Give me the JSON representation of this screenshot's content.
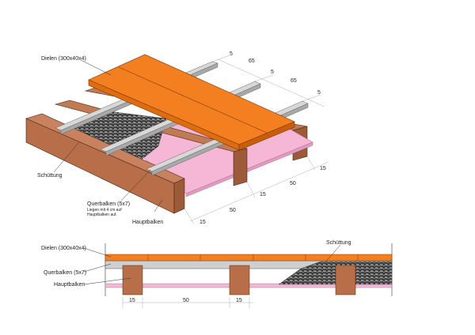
{
  "iso_view": {
    "labels": {
      "planks": "Dielen (300x40x4)",
      "fill": "Schüttung",
      "crossbeam": "Querbalken (5x7)",
      "crossbeam_note_1": "Liegen mit 4 cm auf",
      "crossbeam_note_2": "Hauptbalken auf.",
      "main_beam": "Hauptbalken"
    },
    "dims_top": [
      "5",
      "65",
      "5",
      "65",
      "5"
    ],
    "dims_bottom": [
      "15",
      "50",
      "15",
      "50",
      "15"
    ]
  },
  "section_view": {
    "labels": {
      "planks": "Dielen (300x40x4)",
      "crossbeam": "Querbalken (5x7)",
      "main_beam": "Hauptbalken",
      "fill": "Schüttung"
    },
    "dims": [
      "15",
      "50",
      "15"
    ]
  },
  "colors": {
    "plank": "#f47f20",
    "beam": "#b86e48",
    "joist": "#c8c8c8",
    "insulation": "#f6b6d6",
    "fill": "#555555"
  }
}
